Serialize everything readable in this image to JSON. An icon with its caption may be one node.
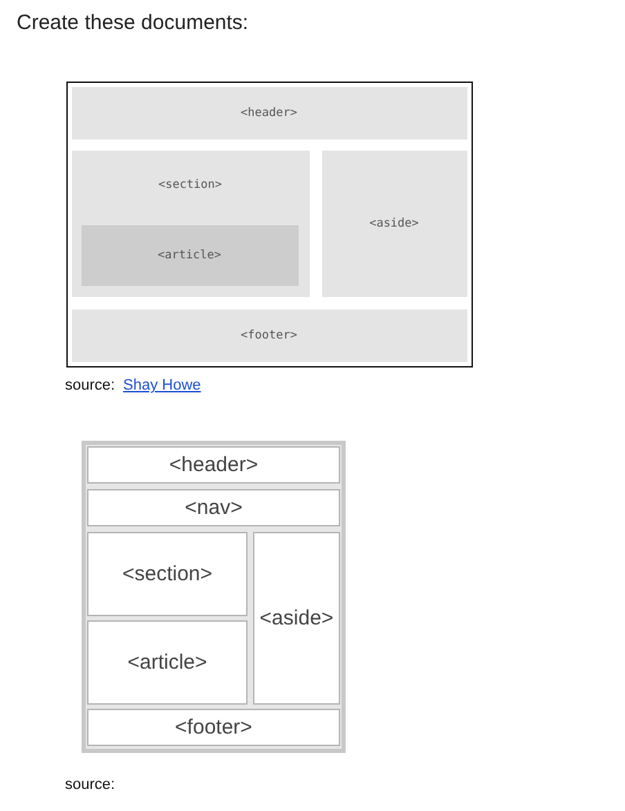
{
  "diagram": {
    "title": "Create these documents:",
    "nodes": [
      {
        "text": [],
        "shape": "box"
      },
      {
        "text": [
          "<header>"
        ],
        "in": 0
      },
      {
        "text": [
          "<section>"
        ],
        "in": 0
      },
      {
        "text": [
          "<article>"
        ],
        "in": 2
      },
      {
        "text": [
          "<aside>"
        ],
        "in": 0
      },
      {
        "text": [
          "<footer>"
        ],
        "in": 0
      },
      {
        "text": [],
        "shape": "box"
      },
      {
        "text": [
          "<header>"
        ],
        "in": 6
      },
      {
        "text": [
          "<nav>"
        ],
        "in": 6
      },
      {
        "text": [
          "<section>"
        ],
        "in": 6
      },
      {
        "text": [
          "<article>"
        ],
        "in": 6
      },
      {
        "text": [
          "<aside>"
        ],
        "in": 6
      },
      {
        "text": [
          "<footer>"
        ],
        "in": 6
      }
    ],
    "edges": [],
    "labels": [
      "source:",
      "Shay Howe",
      "source:"
    ]
  }
}
